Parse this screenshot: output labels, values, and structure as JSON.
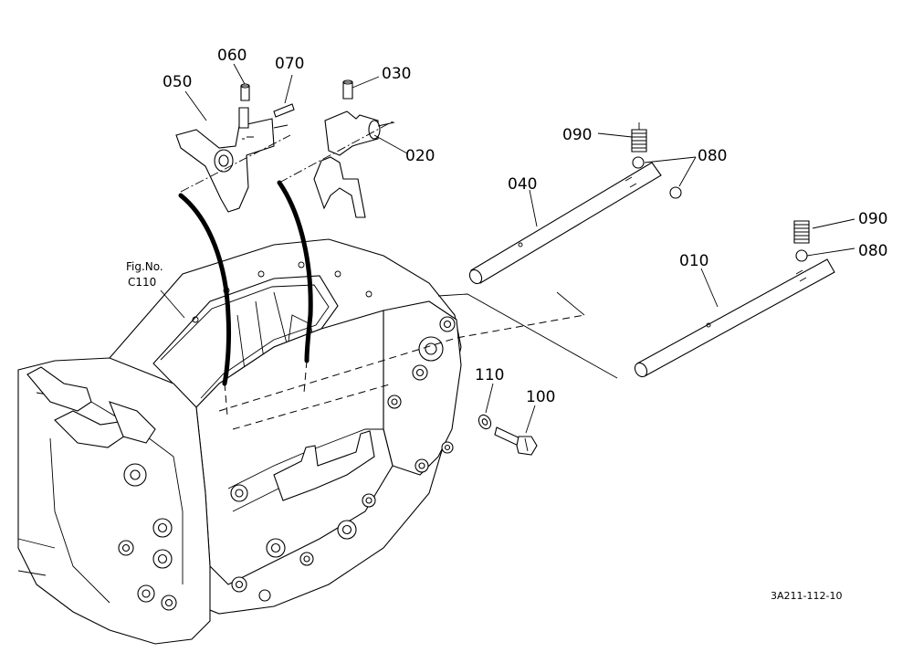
{
  "figure_reference": {
    "line1": "Fig.No.",
    "line2": "C110"
  },
  "drawing_code": "3A211-112-10",
  "callouts": {
    "p010": "010",
    "p020": "020",
    "p030": "030",
    "p040": "040",
    "p050": "050",
    "p060": "060",
    "p070": "070",
    "p080a": "080",
    "p080b": "080",
    "p090a": "090",
    "p090b": "090",
    "p100": "100",
    "p110": "110"
  }
}
